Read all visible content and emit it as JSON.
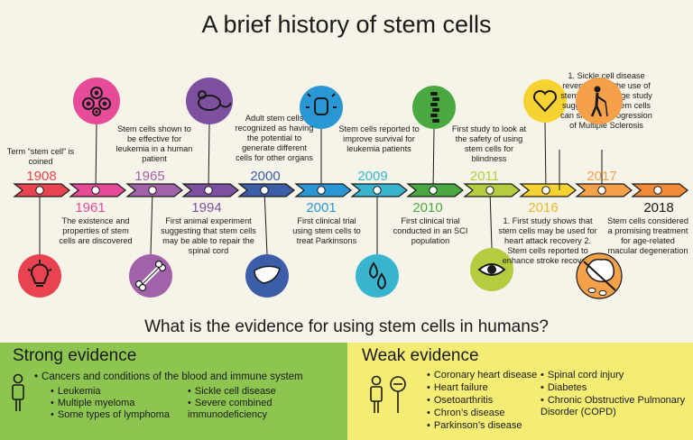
{
  "title": "A brief history of stem cells",
  "evidence_question": "What is the evidence for using stem cells in humans?",
  "events": [
    {
      "year": "1908",
      "color": "#e8434e",
      "text": "Term “stem cell” is coined",
      "icon": "lightbulb-icon"
    },
    {
      "year": "1961",
      "color": "#e84a9a",
      "text": "The existence and properties of stem cells are discovered",
      "icon": "cells-icon"
    },
    {
      "year": "1965",
      "color": "#a262aa",
      "text": "Stem cells shown to be effective for leukemia in a human patient",
      "icon": "bone-icon"
    },
    {
      "year": "1994",
      "color": "#7d51a0",
      "text": "First animal experiment suggesting that stem cells may be able to repair the spinal cord",
      "icon": "rat-icon"
    },
    {
      "year": "2000",
      "color": "#3c5ea9",
      "text": "Adult stem cells recognized as having the potential to generate different cells for other organs",
      "icon": "liver-icon"
    },
    {
      "year": "2001",
      "color": "#2a97d5",
      "text": "First clinical trial using stem cells to treat Parkinsons",
      "icon": "shaking-hand-icon"
    },
    {
      "year": "2009",
      "color": "#39b4cf",
      "text": "Stem cells reported to improve survival for leukemia patients",
      "icon": "drops-icon"
    },
    {
      "year": "2010",
      "color": "#49a840",
      "text": "First clinical trial conducted in an SCI population",
      "icon": "spine-icon"
    },
    {
      "year": "2011",
      "color": "#b3cd3f",
      "text": "First study to look at the safety of using stem cells for blindness",
      "icon": "eye-icon"
    },
    {
      "year": "2016",
      "color": "#f7d233",
      "text": "1. First study shows that stem cells may be used for heart attack recovery 2. Stem cells reported to enhance stroke recovery",
      "icon": "heart-icon"
    },
    {
      "year": "2017",
      "color": "#f4a14a",
      "text": "1. Sickle cell disease reversed with the use of stem cells 2. Large study suggests that stem cells can slow the progression of Multiple Sclerosis",
      "icon": "walking-person-icon"
    },
    {
      "year": "2018",
      "color": "#f28a38",
      "text": "Stem cells considered a promising treatment for age-related macular degeneration",
      "icon": "no-brain-cells-icon"
    }
  ],
  "strong": {
    "title": "Strong evidence",
    "head": "Cancers and conditions of the blood and immune system",
    "col1": [
      "Leukemia",
      "Multiple myeloma",
      "Some types of lymphoma"
    ],
    "col2": [
      "Sickle cell disease",
      "Severe combined immunodeficiency"
    ]
  },
  "weak": {
    "title": "Weak evidence",
    "col1": [
      "Coronary heart disease",
      "Heart failure",
      "Osetoarthritis",
      "Chron’s disease",
      "Parkinson’s disease"
    ],
    "col2": [
      "Spinal cord injury",
      "Diabetes",
      "Chronic Obstructive Pulmonary Disorder (COPD)"
    ]
  }
}
